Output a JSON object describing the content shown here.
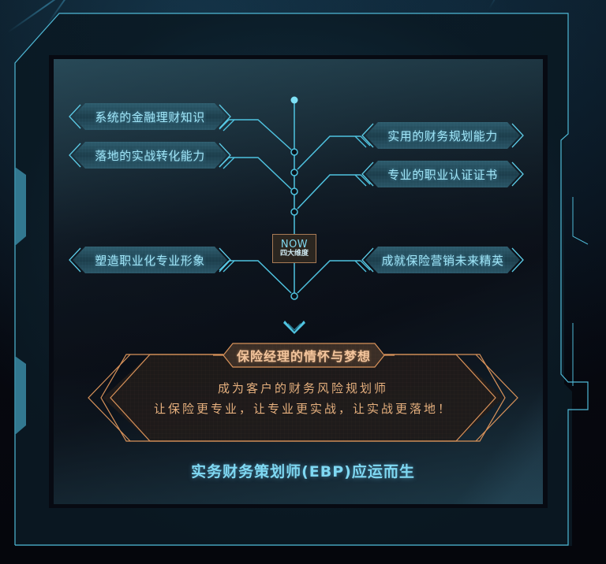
{
  "timeline": {
    "left_tags": [
      {
        "label": "系统的金融理财知识"
      },
      {
        "label": "落地的实战转化能力"
      },
      {
        "label": "塑造职业化专业形象"
      }
    ],
    "right_tags": [
      {
        "label": "实用的财务规划能力"
      },
      {
        "label": "专业的职业认证证书"
      },
      {
        "label": "成就保险营销未来精英"
      }
    ],
    "center_badge": {
      "title": "NOW",
      "subtitle": "四大维度"
    }
  },
  "dream_panel": {
    "title": "保险经理的情怀与梦想",
    "line1": "成为客户的财务风险规划师",
    "line2": "让保险更专业，让专业更实战，让实战更落地！"
  },
  "footer": {
    "headline": "实务财务策划师(EBP)应运而生"
  },
  "colors": {
    "cyan_line": "#4fb9d6",
    "cyan_text": "#9ee3f5",
    "orange_line": "#d8925a",
    "orange_text": "#e6b07e",
    "background": "#05060d"
  }
}
